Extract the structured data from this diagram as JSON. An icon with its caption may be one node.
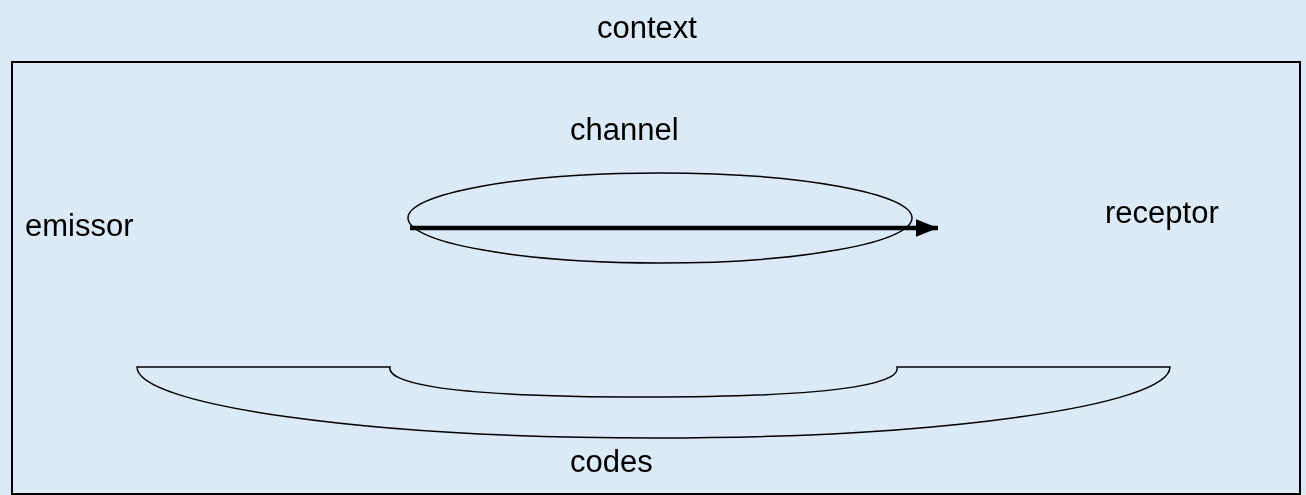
{
  "diagram": {
    "nodes": [
      {
        "text": [
          "context"
        ]
      },
      {
        "text": [
          "channel"
        ],
        "in": 0
      },
      {
        "text": [
          "codes"
        ],
        "in": 0
      }
    ],
    "labels": [
      "emissor",
      "receptor"
    ]
  }
}
